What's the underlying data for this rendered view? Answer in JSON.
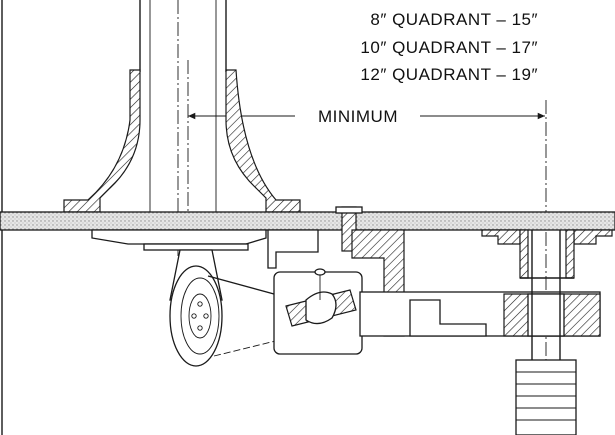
{
  "dimension_table": [
    "8″ QUADRANT – 15″",
    "10″ QUADRANT – 17″",
    "12″ QUADRANT – 19″"
  ],
  "minimum_label": "MINIMUM",
  "colors": {
    "ink": "#1a1a1a",
    "paper": "#ffffff",
    "deck_texture": "#9a9a9a"
  }
}
